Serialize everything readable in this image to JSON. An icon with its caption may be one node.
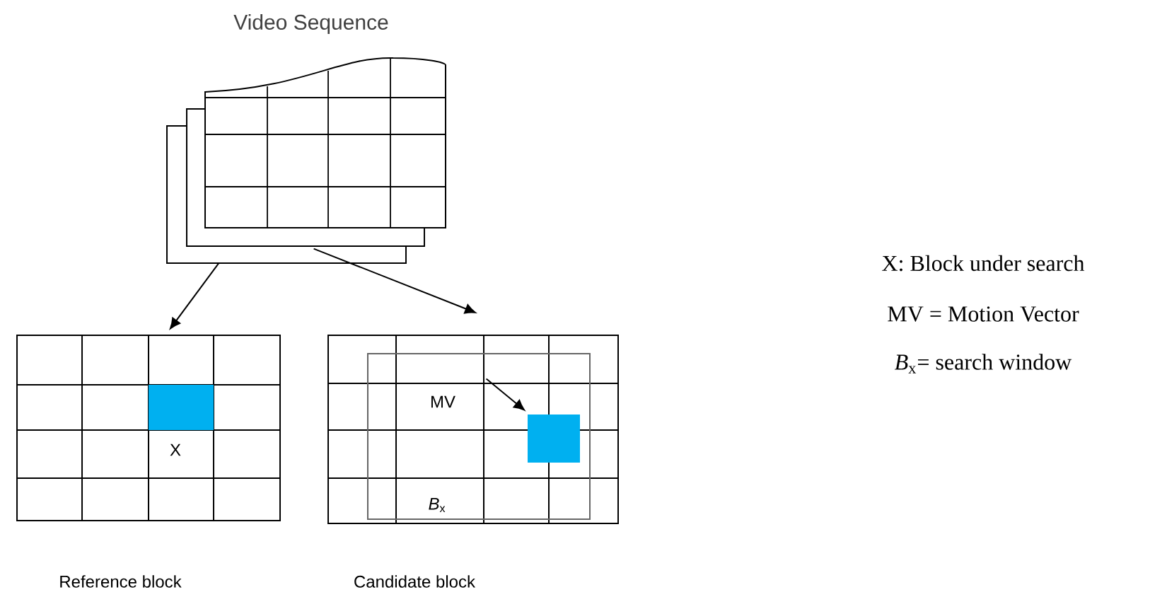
{
  "diagram": {
    "nodes": [
      {
        "text": [
          "Video Sequence"
        ]
      },
      {
        "text": [
          "Reference block"
        ]
      },
      {
        "text": [],
        "shape": "box",
        "in": 1,
        "beside": [
          "X"
        ]
      },
      {
        "text": [
          "Candidate block"
        ]
      },
      {
        "text": [
          "*B*$_{x}$"
        ],
        "in": 3
      },
      {
        "text": [],
        "shape": "box",
        "in": 4
      }
    ],
    "edges": [
      {
        "from": 0,
        "to": 1,
        "arrow": "to"
      },
      {
        "from": 0,
        "to": 3,
        "arrow": "to"
      },
      {
        "from": null,
        "to": 5,
        "arrow": "to",
        "label": "MV"
      }
    ],
    "labels": [
      "X: Block under search",
      "MV = Motion Vector",
      "*B*$_{x}$= search window"
    ]
  }
}
